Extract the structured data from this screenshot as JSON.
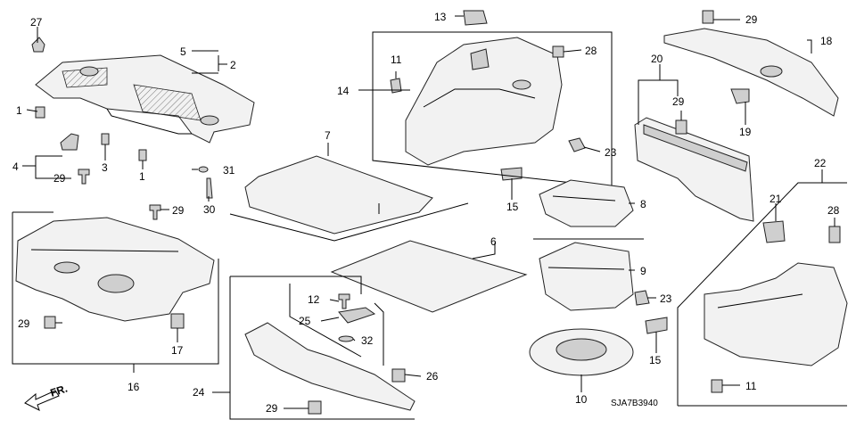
{
  "diagram": {
    "code": "SJA7B3940",
    "front_label": "FR.",
    "labels": {
      "n1a": "1",
      "n1b": "1",
      "n2": "2",
      "n3": "3",
      "n4": "4",
      "n5": "5",
      "n6": "6",
      "n7": "7",
      "n8": "8",
      "n9": "9",
      "n10": "10",
      "n11a": "11",
      "n11b": "11",
      "n12": "12",
      "n13": "13",
      "n14": "14",
      "n15a": "15",
      "n15b": "15",
      "n16": "16",
      "n17": "17",
      "n18": "18",
      "n19": "19",
      "n20": "20",
      "n21": "21",
      "n22": "22",
      "n23a": "23",
      "n23b": "23",
      "n24": "24",
      "n25": "25",
      "n26": "26",
      "n27": "27",
      "n28a": "28",
      "n28b": "28",
      "n29a": "29",
      "n29b": "29",
      "n29c": "29",
      "n29d": "29",
      "n29e": "29",
      "n29f": "29",
      "n30": "30",
      "n31": "31",
      "n32": "32"
    }
  }
}
